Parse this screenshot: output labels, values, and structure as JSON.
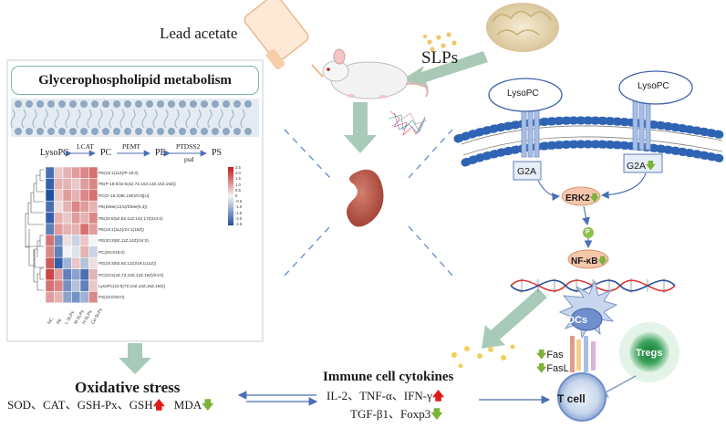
{
  "top": {
    "lead_acetate": "Lead acetate",
    "slps": "SLPs"
  },
  "left_panel": {
    "title": "Glycerophospholipid metabolism",
    "pathway": {
      "metabolites": [
        "LysoPC",
        "PC",
        "PE",
        "PS"
      ],
      "enzymes": {
        "lcat": "LCAT",
        "pemt": "PEMT",
        "ptdss2": "PTDSS2",
        "psd": "psd"
      }
    },
    "heatmap": {
      "rows": [
        "PE(18:1(11Z)/P-18:0)",
        "PE(P-18:0/22:6(4Z,7Z,10Z,13Z,16Z,19Z))",
        "PC(O-16:2(9E,10E)/0:0)[U]",
        "PE(DiMe(13,5)/DiMe(9,3))",
        "PE(20:5(5Z,8Z,11Z,14Z,17Z)/24:0)",
        "PE(18:1(11Z)/24:1(15Z))",
        "PE(20:3(8Z,11Z,14Z)/24:0)",
        "PC(20:0/16:0)",
        "PE(18:3(6Z,9Z,12Z)/18:1(11Z))",
        "PC(22:5(4Z,7Z,10Z,13Z,16Z)/24:0)",
        "LysoPC(22:5(7Z,10Z,13Z,16Z,19Z))",
        "PS(18:0/20:0)"
      ],
      "columns": [
        "NC",
        "Pb",
        "L-SLPs",
        "M-SLPs",
        "H-SLPs",
        "Co-SLPs"
      ],
      "scale": [
        "2.5",
        "2.0",
        "1.5",
        "1.0",
        "0.5",
        "0",
        "-0.5",
        "-1.0",
        "-1.5",
        "-2.0",
        "-2.5"
      ],
      "colors": {
        "high": "#c21a1a",
        "mid": "#f4f4f4",
        "low": "#1f4fa3"
      }
    }
  },
  "bottom": {
    "oxidative_title": "Oxidative stress",
    "oxidative_items": "SOD、CAT、GSH-Px、GSH",
    "mda": "MDA",
    "immune_title": "Immune cell cytokines",
    "immune_line1": "IL-2、TNF-α、IFN-γ",
    "immune_line2": "TGF-β1、Foxp3"
  },
  "right_panel": {
    "lysopc_left": "LysoPC",
    "lysopc_right": "LysoPC",
    "g2a_left": "G2A",
    "g2a_right": "G2A",
    "erk2": "ERK2",
    "p": "P",
    "nfkb": "NF-κB",
    "dcs": "DCs",
    "fas": "Fas",
    "fasl": "FasL",
    "tcell": "T cell",
    "tregs": "Tregs"
  },
  "arrows": {
    "up": "🡅",
    "down": "🡇"
  },
  "palette": {
    "green_arrow": "#a7cbb8",
    "membrane_head": "#2f63b3",
    "receptor": "#a7bfe6",
    "dna_red": "#d93a3a",
    "dna_blue": "#2a4f9e",
    "treg_green": "#2f9a52"
  }
}
